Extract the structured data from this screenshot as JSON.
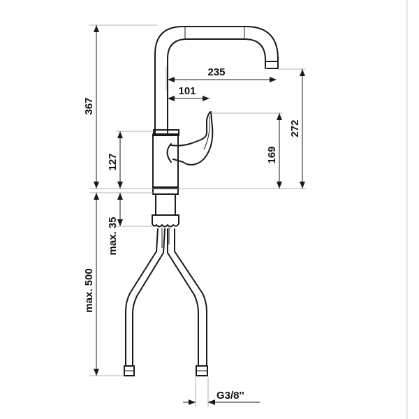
{
  "dimensions": {
    "spout_width": "235",
    "lever_offset": "101",
    "total_height": "367",
    "spout_outlet_height": "272",
    "lever_height": "169",
    "body_height": "127",
    "max_below_deck": "max. 35",
    "max_hose_length": "max. 500",
    "connection_thread": "G3/8''"
  },
  "colors": {
    "line": "#1a1a1a",
    "text": "#111111",
    "background": "#ffffff"
  }
}
